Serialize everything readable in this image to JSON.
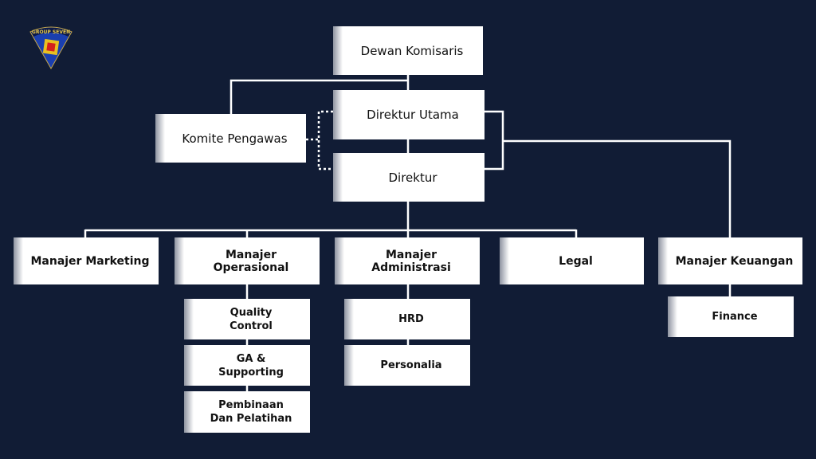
{
  "logo": {
    "text": "GROUP SEVEN"
  },
  "nodes": {
    "dewan": "Dewan Komisaris",
    "komite": "Komite Pengawas",
    "dirut": "Direktur Utama",
    "direktur": "Direktur",
    "marketing": "Manajer Marketing",
    "operasional": "Manajer Operasional",
    "administrasi": "Manajer Administrasi",
    "legal": "Legal",
    "keuangan": "Manajer Keuangan",
    "qc": "Quality Control",
    "ga": "GA & Supporting",
    "pembinaan": "Pembinaan Dan Pelatihan",
    "hrd": "HRD",
    "personalia": "Personalia",
    "finance": "Finance"
  },
  "colors": {
    "background": "#111c35",
    "box": "#ffffff",
    "line": "#ffffff"
  }
}
